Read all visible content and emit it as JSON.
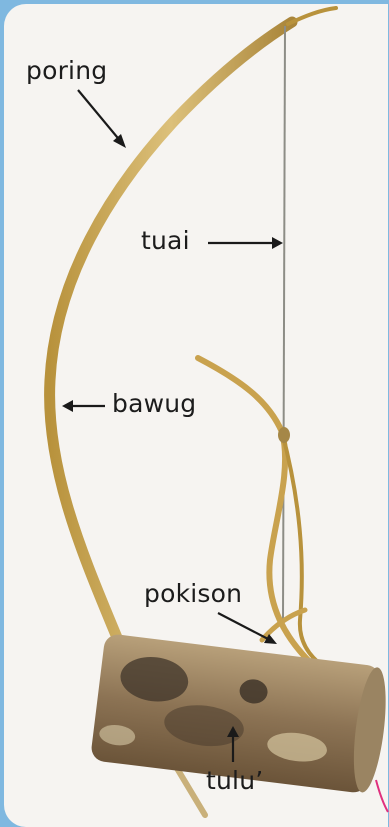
{
  "labels": {
    "poring": "poring",
    "tuai": "tuai",
    "bawug": "bawug",
    "pokison": "pokison",
    "tulu": "tulu’"
  },
  "colors": {
    "frame": "#7fb8e0",
    "background": "#f6f4f1",
    "bamboo": "#c9a24e",
    "log": "#8a7356",
    "string": "#8d8d86",
    "text": "#1c1c1c"
  }
}
